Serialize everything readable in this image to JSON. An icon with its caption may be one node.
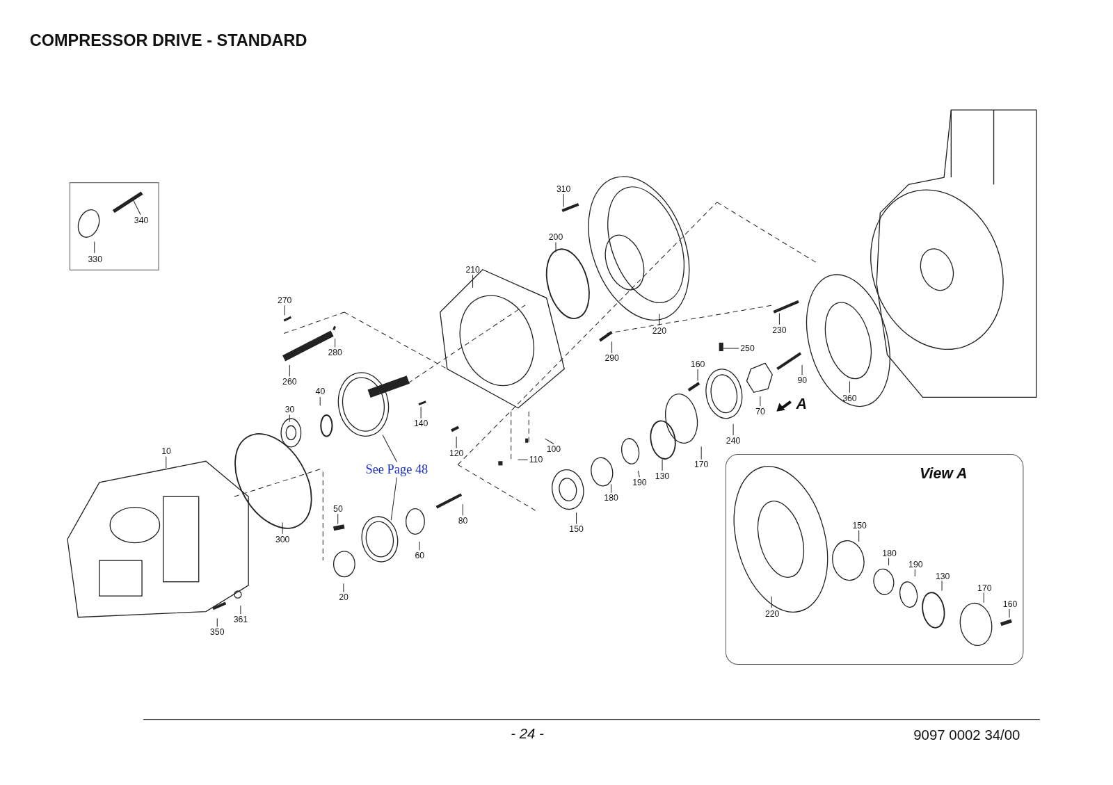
{
  "diagram": {
    "title": "COMPRESSOR DRIVE - STANDARD",
    "nodes": [
      {
        "text": [],
        "shape": "box"
      },
      {
        "text": [
          "340"
        ],
        "in": 0
      },
      {
        "text": [
          "330"
        ],
        "in": 0
      },
      {
        "text": [
          "310"
        ]
      },
      {
        "text": [
          "200"
        ]
      },
      {
        "text": [
          "210"
        ]
      },
      {
        "text": [
          "220"
        ]
      },
      {
        "text": [
          "270"
        ]
      },
      {
        "text": [
          "280"
        ]
      },
      {
        "text": [
          "260"
        ]
      },
      {
        "text": [
          "290"
        ]
      },
      {
        "text": [
          "230"
        ]
      },
      {
        "text": [
          "250"
        ]
      },
      {
        "text": [
          "160"
        ]
      },
      {
        "text": [
          "90"
        ]
      },
      {
        "text": [
          "360"
        ]
      },
      {
        "text": [
          "40"
        ]
      },
      {
        "text": [
          "30"
        ]
      },
      {
        "text": [
          "140"
        ]
      },
      {
        "text": [
          "70"
        ]
      },
      {
        "text": [
          "240"
        ]
      },
      {
        "text": [
          "120"
        ]
      },
      {
        "text": [
          "100"
        ]
      },
      {
        "text": [
          "110"
        ]
      },
      {
        "text": [
          "170"
        ]
      },
      {
        "text": [
          "130"
        ]
      },
      {
        "text": [
          "10"
        ]
      },
      {
        "text": [
          "See Page 48"
        ]
      },
      {
        "text": [
          "190"
        ]
      },
      {
        "text": [
          "180"
        ]
      },
      {
        "text": [
          "50"
        ]
      },
      {
        "text": [
          "80"
        ]
      },
      {
        "text": [
          "300"
        ]
      },
      {
        "text": [
          "150"
        ]
      },
      {
        "text": [
          "60"
        ]
      },
      {
        "text": [
          "20"
        ]
      },
      {
        "text": [
          "361"
        ]
      },
      {
        "text": [
          "350"
        ]
      },
      {
        "text": [
          "View A"
        ]
      },
      {
        "text": [
          "150"
        ],
        "in": 38
      },
      {
        "text": [
          "180"
        ],
        "in": 38
      },
      {
        "text": [
          "190"
        ],
        "in": 38
      },
      {
        "text": [
          "130"
        ],
        "in": 38
      },
      {
        "text": [
          "170"
        ],
        "in": 38
      },
      {
        "text": [
          "160"
        ],
        "in": 38
      },
      {
        "text": [
          "220"
        ],
        "in": 38
      }
    ],
    "edges": [
      {
        "from": 1,
        "to": null,
        "arrow": "none"
      },
      {
        "from": 2,
        "to": null,
        "arrow": "none"
      },
      {
        "from": 3,
        "to": null,
        "arrow": "none"
      },
      {
        "from": 4,
        "to": null,
        "arrow": "none"
      },
      {
        "from": 5,
        "to": null,
        "arrow": "none"
      },
      {
        "from": 6,
        "to": null,
        "arrow": "none"
      },
      {
        "from": 7,
        "to": null,
        "arrow": "none"
      },
      {
        "from": 8,
        "to": null,
        "arrow": "none"
      },
      {
        "from": 9,
        "to": null,
        "arrow": "none"
      },
      {
        "from": 10,
        "to": null,
        "arrow": "none"
      },
      {
        "from": 11,
        "to": null,
        "arrow": "none"
      },
      {
        "from": 12,
        "to": null,
        "arrow": "none"
      },
      {
        "from": 13,
        "to": null,
        "arrow": "none"
      },
      {
        "from": 14,
        "to": null,
        "arrow": "none"
      },
      {
        "from": 15,
        "to": null,
        "arrow": "none"
      },
      {
        "from": 16,
        "to": null,
        "arrow": "none"
      },
      {
        "from": 17,
        "to": null,
        "arrow": "none"
      },
      {
        "from": 18,
        "to": null,
        "arrow": "none"
      },
      {
        "from": 19,
        "to": null,
        "arrow": "none"
      },
      {
        "from": 20,
        "to": null,
        "arrow": "none"
      },
      {
        "from": 21,
        "to": null,
        "arrow": "none"
      },
      {
        "from": 22,
        "to": null,
        "arrow": "none"
      },
      {
        "from": 23,
        "to": null,
        "arrow": "none"
      },
      {
        "from": 24,
        "to": null,
        "arrow": "none"
      },
      {
        "from": 25,
        "to": null,
        "arrow": "none"
      },
      {
        "from": 26,
        "to": null,
        "arrow": "none"
      },
      {
        "from": 27,
        "to": null,
        "arrow": "none"
      },
      {
        "from": 27,
        "to": null,
        "arrow": "none"
      },
      {
        "from": 28,
        "to": null,
        "arrow": "none"
      },
      {
        "from": 29,
        "to": null,
        "arrow": "none"
      },
      {
        "from": 30,
        "to": null,
        "arrow": "none"
      },
      {
        "from": 31,
        "to": null,
        "arrow": "none"
      },
      {
        "from": 32,
        "to": null,
        "arrow": "none"
      },
      {
        "from": 33,
        "to": null,
        "arrow": "none"
      },
      {
        "from": 34,
        "to": null,
        "arrow": "none"
      },
      {
        "from": 35,
        "to": null,
        "arrow": "none"
      },
      {
        "from": 36,
        "to": null,
        "arrow": "none"
      },
      {
        "from": 37,
        "to": null,
        "arrow": "none"
      },
      {
        "from": 39,
        "to": null,
        "arrow": "none"
      },
      {
        "from": 40,
        "to": null,
        "arrow": "none"
      },
      {
        "from": 41,
        "to": null,
        "arrow": "none"
      },
      {
        "from": 42,
        "to": null,
        "arrow": "none"
      },
      {
        "from": 43,
        "to": null,
        "arrow": "none"
      },
      {
        "from": 44,
        "to": null,
        "arrow": "none"
      },
      {
        "from": 45,
        "to": null,
        "arrow": "none"
      }
    ],
    "labels": [
      "A",
      "- 24 -",
      "9097 0002 34/00"
    ]
  }
}
